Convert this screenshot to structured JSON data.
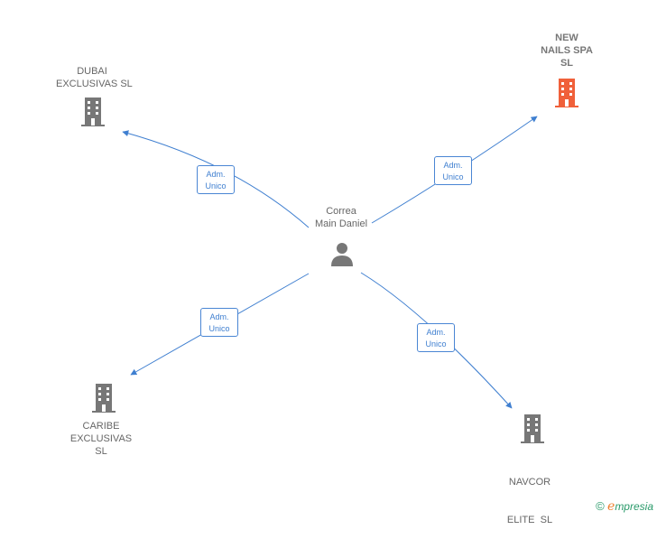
{
  "center": {
    "name_line1": "Correa",
    "name_line2": "Main Daniel",
    "icon": "person-icon"
  },
  "companies": [
    {
      "id": "dubai",
      "lines": [
        "DUBAI",
        "EXCLUSIVAS SL"
      ],
      "icon": "building-icon",
      "color": "#777777",
      "highlight": false
    },
    {
      "id": "newnails",
      "lines": [
        "NEW",
        "NAILS SPA",
        "SL"
      ],
      "icon": "building-icon",
      "color": "#f0603a",
      "highlight": true
    },
    {
      "id": "caribe",
      "lines": [
        "CARIBE",
        "EXCLUSIVAS",
        "SL"
      ],
      "icon": "building-icon",
      "color": "#777777",
      "highlight": false
    },
    {
      "id": "navcor",
      "lines": [
        "NAVCOR",
        "ELITE  SL"
      ],
      "icon": "building-icon",
      "color": "#777777",
      "highlight": false
    }
  ],
  "relations": [
    {
      "to": "dubai",
      "line1": "Adm.",
      "line2": "Unico"
    },
    {
      "to": "newnails",
      "line1": "Adm.",
      "line2": "Unico"
    },
    {
      "to": "caribe",
      "line1": "Adm.",
      "line2": "Unico"
    },
    {
      "to": "navcor",
      "line1": "Adm.",
      "line2": "Unico"
    }
  ],
  "colors": {
    "edge": "#3f7fd0",
    "text": "#666666",
    "building": "#777777",
    "building_highlight": "#f0603a"
  },
  "brand": {
    "copyright": "©",
    "initial": "e",
    "rest": "mpresia"
  }
}
